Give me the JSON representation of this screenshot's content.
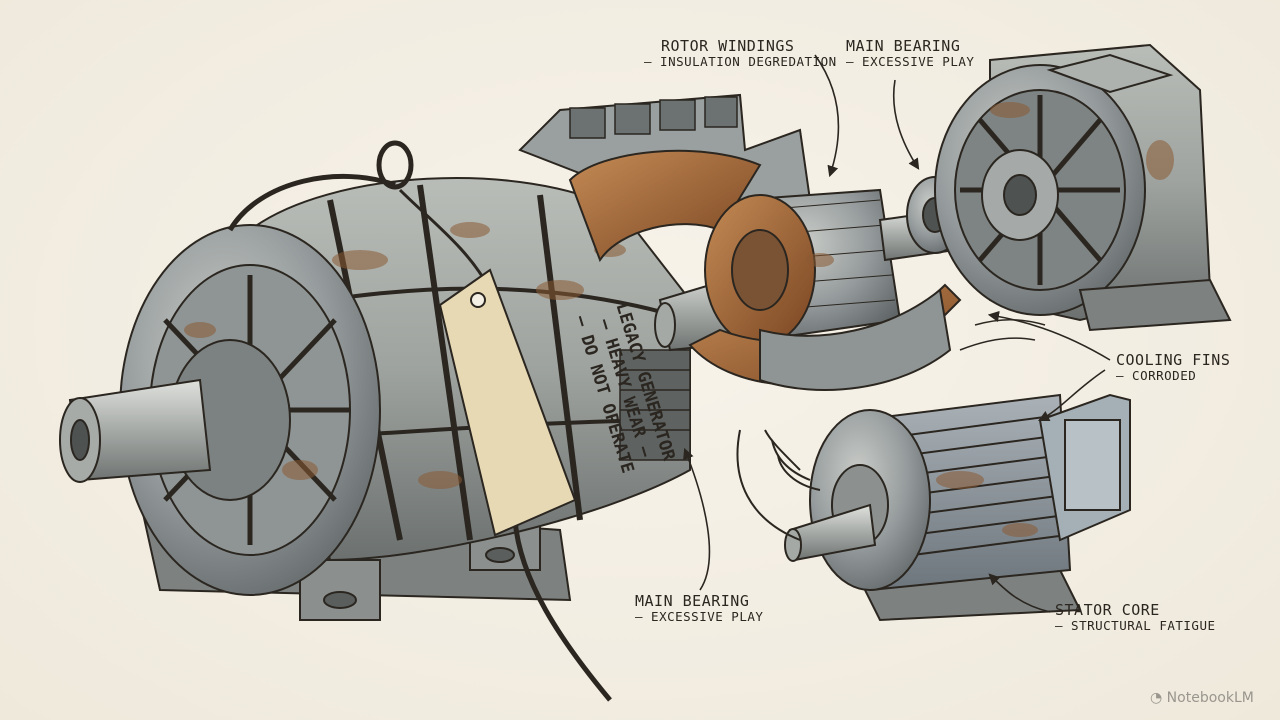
{
  "labels": {
    "rotor_windings": {
      "title": "ROTOR WINDINGS",
      "sub": "– INSULATION DEGREDATION"
    },
    "main_bearing_top": {
      "title": "MAIN BEARING",
      "sub": "– EXCESSIVE PLAY"
    },
    "cooling_fins": {
      "title": "COOLING FINS",
      "sub": "– CORRODED"
    },
    "main_bearing_bottom": {
      "title": "MAIN BEARING",
      "sub": "– EXCESSIVE PLAY"
    },
    "stator_core": {
      "title": "STATOR CORE",
      "sub": "– STRUCTURAL FATIGUE"
    }
  },
  "tag": {
    "line1": "LEGACY GENERATOR",
    "line2": "– HEAVY WEAR –",
    "line3": "– DO NOT OPERATE"
  },
  "watermark": "NotebookLM",
  "colors": {
    "paper": "#f3efe4",
    "ink": "#2b2620",
    "metal": "#8f969a",
    "rust": "#8a5a33",
    "copper": "#9b5f2e",
    "tag": "#e8d9b5"
  }
}
